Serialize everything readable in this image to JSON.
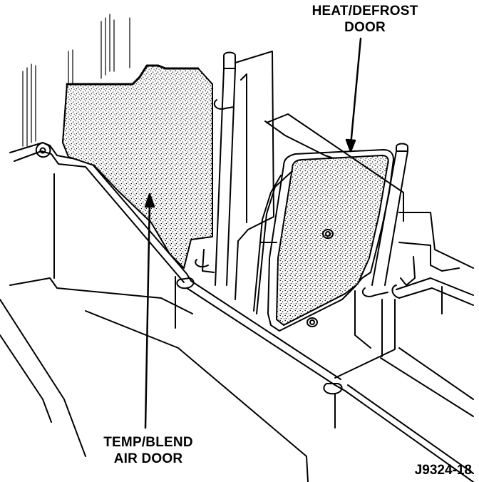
{
  "labels": {
    "heat_defrost_line1": "HEAT/DEFROST",
    "heat_defrost_line2": "DOOR",
    "temp_blend_line1": "TEMP/BLEND",
    "temp_blend_line2": "AIR DOOR",
    "figure_code": "J9324-18"
  },
  "colors": {
    "ink": "#000000",
    "paper": "#ffffff"
  }
}
